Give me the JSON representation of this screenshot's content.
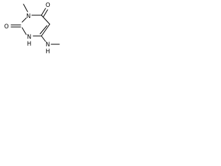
{
  "molecule": {
    "atoms": {
      "o_top": "O",
      "n3": "N",
      "o_left": "O",
      "n1": "N",
      "h_n1": "H",
      "nh_amine": "N",
      "h_amine": "H"
    },
    "ink_color": "#000000",
    "background_color": "#ffffff"
  }
}
